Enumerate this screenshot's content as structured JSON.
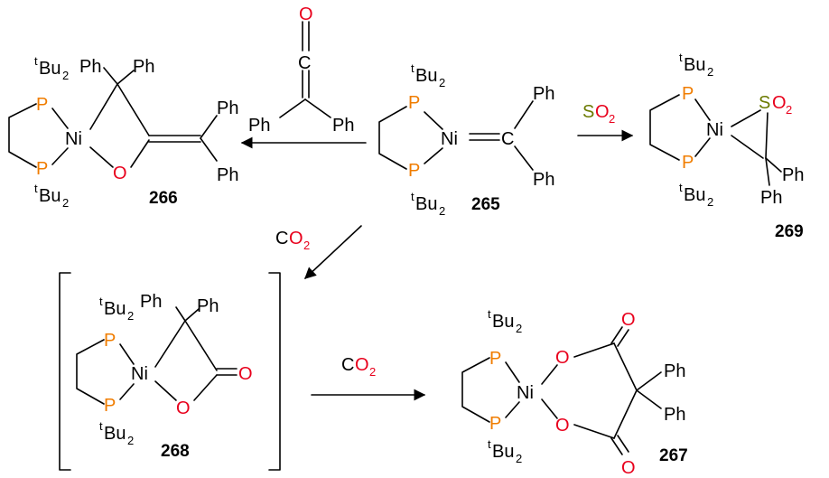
{
  "colors": {
    "bond": "#000000",
    "phosphorus": "#f07d00",
    "oxygen": "#e8001c",
    "sulfur": "#6b7a00",
    "carbon_text": "#000000"
  },
  "atoms": {
    "ni": "Ni",
    "p": "P",
    "o": "O",
    "c": "C",
    "s": "S",
    "ph": "Ph",
    "t": "t",
    "bu": "Bu",
    "two": "2"
  },
  "compounds": {
    "c265": "265",
    "c266": "266",
    "c267": "267",
    "c268": "268",
    "c269": "269"
  },
  "reagents": {
    "co2_a": {
      "c": "C",
      "o": "O",
      "n": "2"
    },
    "co2_b": {
      "c": "C",
      "o": "O",
      "n": "2"
    },
    "so2": {
      "s": "S",
      "o": "O",
      "n": "2"
    }
  }
}
